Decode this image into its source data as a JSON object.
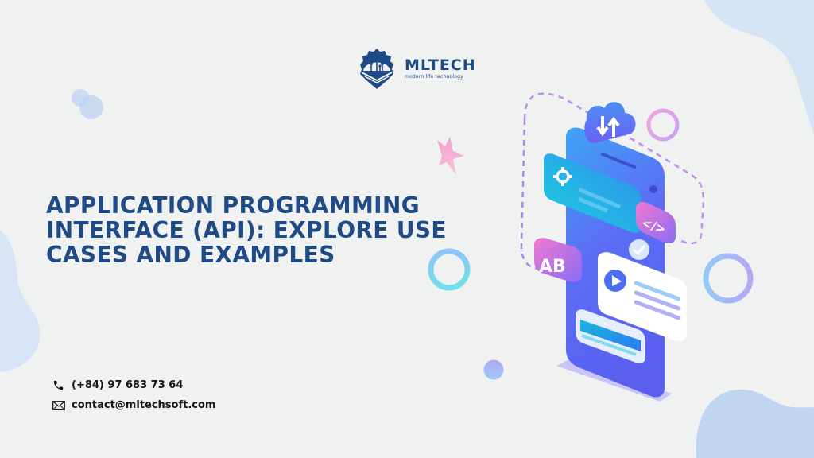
{
  "brand": {
    "name": "MLTECH",
    "tagline": "modern life technology",
    "color": "#1e4a86"
  },
  "headline": {
    "lines": [
      "APPLICATION PROGRAMMING",
      "INTERFACE (API): EXPLORE USE",
      "CASES AND EXAMPLES"
    ]
  },
  "contact": {
    "phone_icon": "phone-icon",
    "phone": "(+84) 97 683 73 64",
    "email_icon": "mail-icon",
    "email": "contact@mltechsoft.com"
  },
  "illustration": {
    "badge_ab": "AB",
    "code_tag": "</>",
    "icons": [
      "cloud-sync-icon",
      "gear-icon",
      "code-icon",
      "check-icon",
      "play-icon"
    ]
  },
  "colors": {
    "background": "#f0f1f1",
    "blob": "#d3e3f4",
    "blob_dark": "#c0d6ee",
    "accent_purple": "#6b5cf5",
    "accent_cyan": "#19c8e0",
    "accent_pink": "#f08ad0"
  }
}
